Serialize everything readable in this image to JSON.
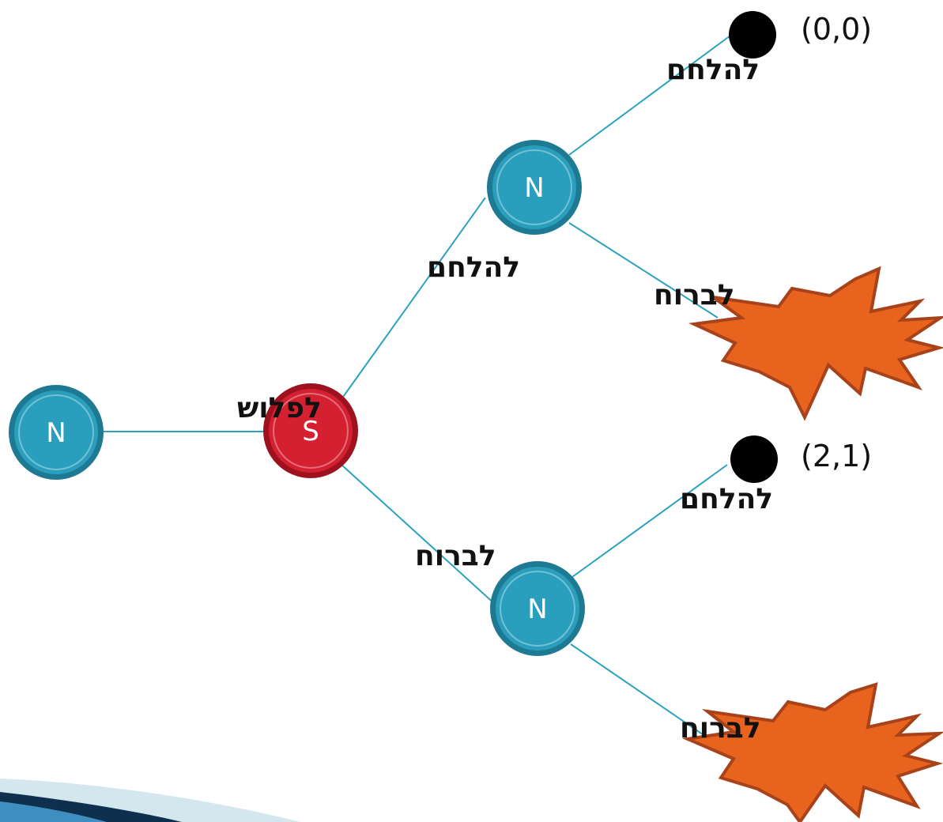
{
  "colors": {
    "edge": "#2BA3BE",
    "nature_node_fill": "#2A9FBD",
    "nature_node_ring": "#1E7A92",
    "player_node_fill": "#D42030",
    "player_node_ring": "#9E1220",
    "terminal": "#000000",
    "explosion_fill": "#E8641E",
    "explosion_stroke": "#A8421A",
    "footer_dark": "#0E2F4D",
    "footer_light": "#D4E6EE"
  },
  "nodes": {
    "root": {
      "label": "N",
      "icon": "circle-node"
    },
    "player": {
      "label": "S",
      "icon": "circle-node"
    },
    "upper": {
      "label": "N",
      "icon": "circle-node"
    },
    "lower": {
      "label": "N",
      "icon": "circle-node"
    }
  },
  "edges": {
    "root_to_player": "לפלוש",
    "player_to_upper": "להלחם",
    "player_to_lower": "לברוח",
    "upper_fight": "להלחם",
    "upper_flee": "לברוח",
    "lower_fight": "להלחם",
    "lower_flee": "לברוח"
  },
  "payoffs": {
    "upper_fight": "(0,0)",
    "lower_fight": "(2,1)"
  },
  "outcomes": {
    "upper_flee": "explosion-icon",
    "lower_flee": "explosion-icon"
  }
}
